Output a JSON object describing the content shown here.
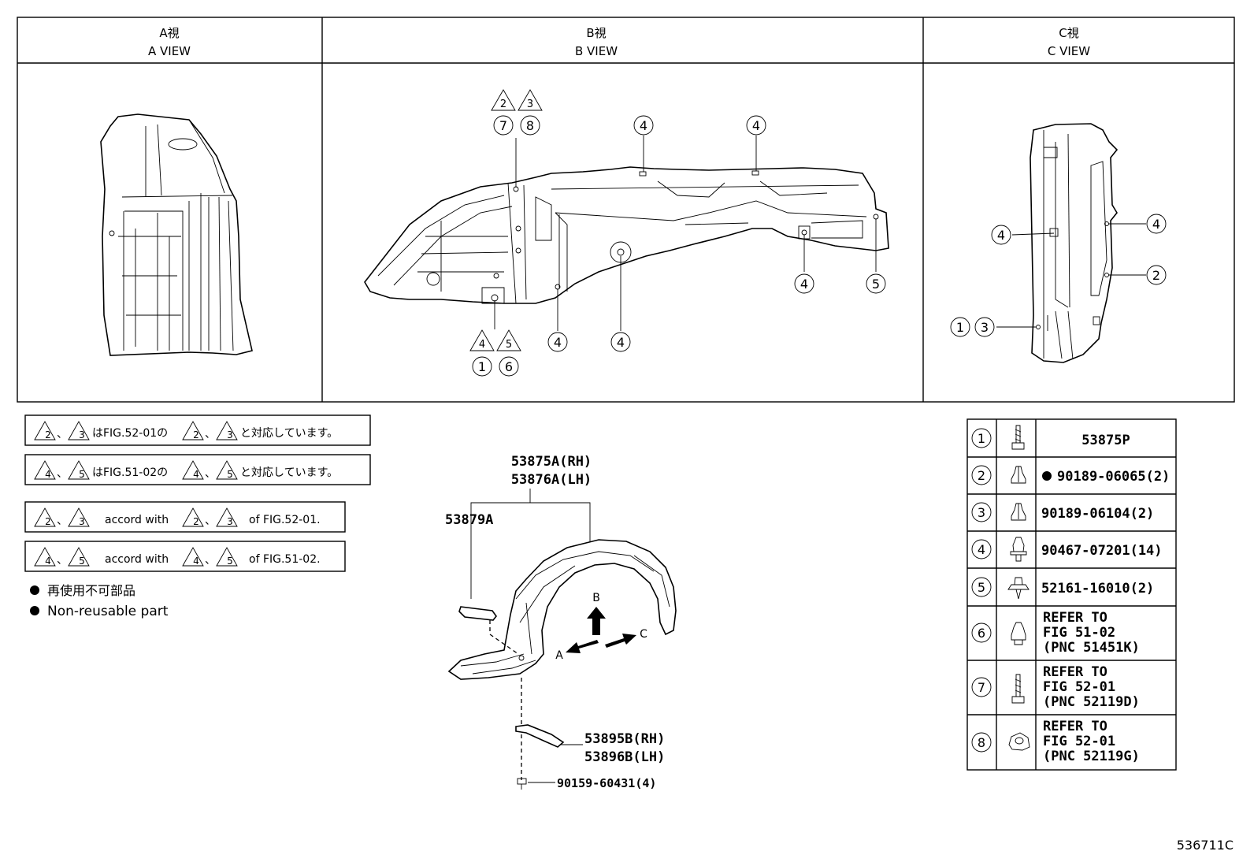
{
  "views": [
    {
      "title_jp": "A視",
      "title_en": "A VIEW"
    },
    {
      "title_jp": "B視",
      "title_en": "B VIEW"
    },
    {
      "title_jp": "C視",
      "title_en": "C VIEW"
    }
  ],
  "view_b_callouts": {
    "tri_2": "2",
    "tri_3": "3",
    "c7": "7",
    "c8": "8",
    "c4a": "4",
    "c4b": "4",
    "tri_4": "4",
    "tri_5": "5",
    "c1": "1",
    "c6": "6",
    "c4c": "4",
    "c4d": "4",
    "c4e": "4",
    "c5": "5"
  },
  "view_c_callouts": {
    "c4l": "4",
    "c4r": "4",
    "c2": "2",
    "c1": "1",
    "c3": "3"
  },
  "notes": {
    "jp1_mid": "はFIG.52-01の",
    "jp1_end": "と対応しています。",
    "jp2_mid": "はFIG.51-02の",
    "jp2_end": "と対応しています。",
    "en_accord": "accord with",
    "en1_of": "of FIG.52-01.",
    "en2_of": "of FIG.51-02.",
    "sep": "、",
    "tri2": "2",
    "tri3": "3",
    "tri4": "4",
    "tri5": "5"
  },
  "legend": {
    "jp": "再使用不可部品",
    "en": "Non-reusable part"
  },
  "diagram_labels": {
    "liner_rh": "53875A(RH)",
    "liner_lh": "53876A(LH)",
    "seal": "53879A",
    "bracket_rh": "53895B(RH)",
    "bracket_lh": "53896B(LH)",
    "bolt": "90159-60431(4)",
    "arrow_a": "A",
    "arrow_b": "B",
    "arrow_c": "C"
  },
  "parts_table": [
    {
      "no": "1",
      "lines": [
        "53875P"
      ]
    },
    {
      "no": "2",
      "lines": [
        "90189-06065(2)"
      ],
      "nonreusable": true
    },
    {
      "no": "3",
      "lines": [
        "90189-06104(2)"
      ]
    },
    {
      "no": "4",
      "lines": [
        "90467-07201(14)"
      ]
    },
    {
      "no": "5",
      "lines": [
        "52161-16010(2)"
      ]
    },
    {
      "no": "6",
      "lines": [
        "REFER TO",
        "FIG 51-02",
        "(PNC 51451K)"
      ]
    },
    {
      "no": "7",
      "lines": [
        "REFER TO",
        "FIG 52-01",
        "(PNC 52119D)"
      ]
    },
    {
      "no": "8",
      "lines": [
        "REFER TO",
        "FIG 52-01",
        "(PNC 52119G)"
      ]
    }
  ],
  "figure_code": "536711C"
}
